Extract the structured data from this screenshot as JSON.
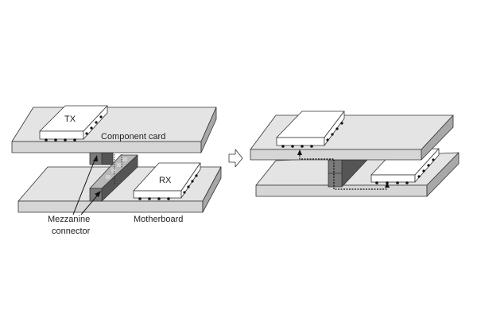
{
  "labels": {
    "tx": "TX",
    "rx": "RX",
    "component_card": "Component card",
    "motherboard": "Motherboard",
    "mezzanine_line1": "Mezzanine",
    "mezzanine_line2": "connector"
  },
  "colors": {
    "board_top": "#e4e4e4",
    "board_front": "#d6d6d6",
    "board_side": "#a8a8a8",
    "chip": "#ffffff",
    "connector": "#7a7a7a",
    "connector_dark": "#555555",
    "outline": "#333333"
  }
}
